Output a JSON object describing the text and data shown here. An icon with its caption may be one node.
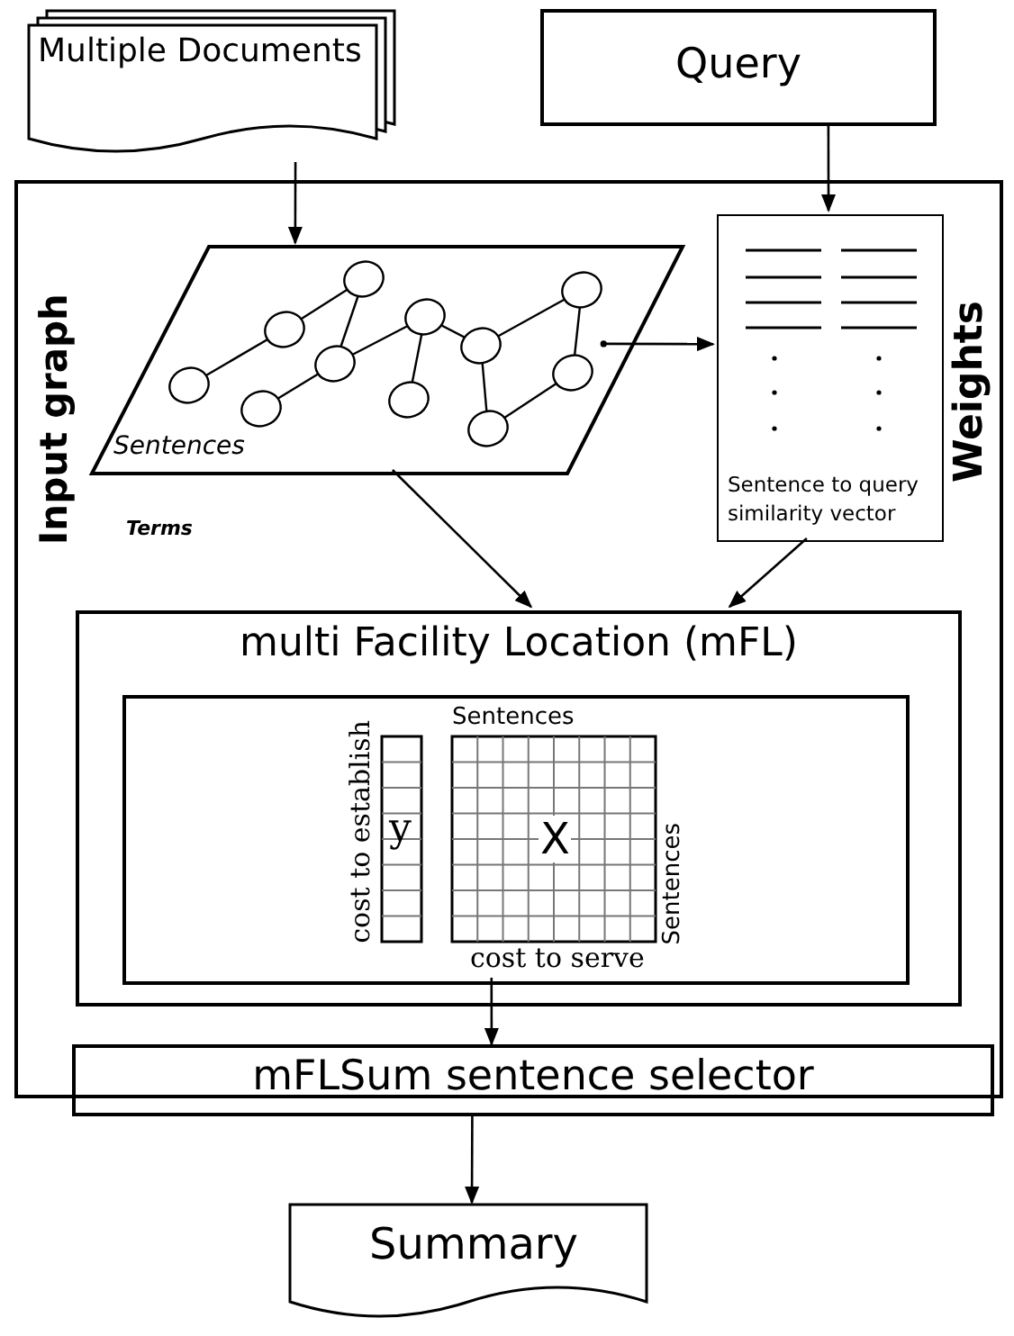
{
  "diagram": {
    "nodes": [
      {
        "text": [
          "Multiple Documents"
        ]
      },
      {
        "text": [
          "Query"
        ]
      },
      {
        "text": [],
        "shape": "box"
      },
      {
        "text": [
          "Input graph",
          "Sentences"
        ],
        "in": 2
      },
      {
        "text": [
          "Weights",
          "Sentence to query similarity vector"
        ],
        "in": 2
      },
      {
        "text": [
          "multi Facility Location (mFL)"
        ],
        "in": 2
      },
      {
        "text": [],
        "shape": "box",
        "in": 5
      },
      {
        "text": [
          "y"
        ],
        "in": 6,
        "beside": [
          "cost to establish"
        ]
      },
      {
        "text": [
          "X"
        ],
        "in": 6,
        "beside": [
          "Sentences",
          "Sentences",
          "cost to serve"
        ]
      },
      {
        "text": [
          "mFLSum sentence selector"
        ]
      },
      {
        "text": [
          "Summary"
        ]
      }
    ],
    "edges": [
      {
        "from": 0,
        "to": 3,
        "arrow": "to"
      },
      {
        "from": 1,
        "to": 4,
        "arrow": "to"
      },
      {
        "from": 3,
        "to": 4,
        "arrow": "to"
      },
      {
        "from": 3,
        "to": 5,
        "arrow": "to"
      },
      {
        "from": 4,
        "to": 5,
        "arrow": "to"
      },
      {
        "from": 6,
        "to": 9,
        "arrow": "to"
      },
      {
        "from": 9,
        "to": 10,
        "arrow": "to"
      }
    ],
    "labels": [
      "Terms"
    ]
  }
}
